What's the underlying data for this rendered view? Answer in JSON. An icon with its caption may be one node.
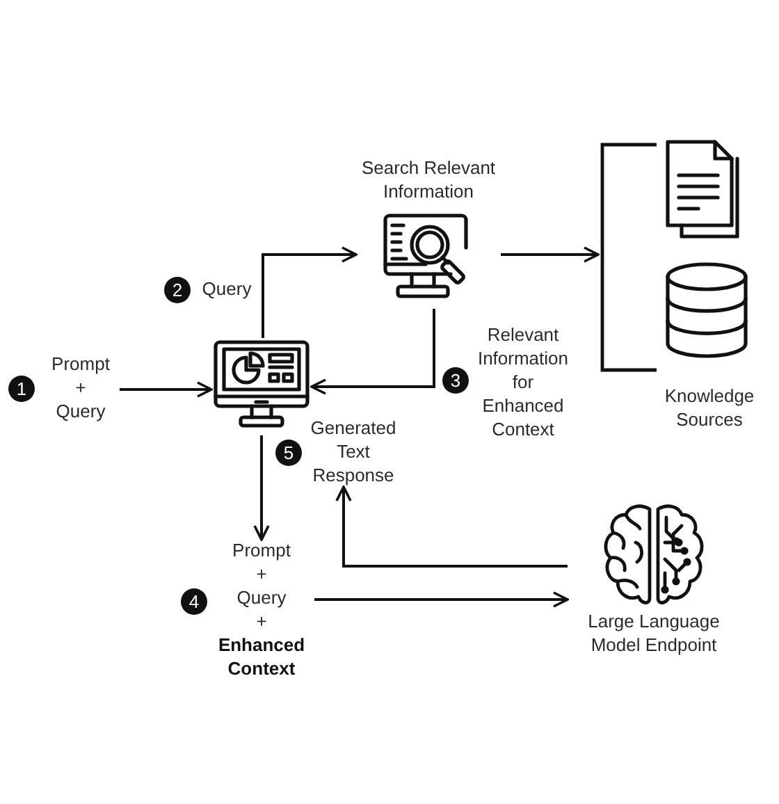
{
  "diagram": {
    "nodes": [
      {
        "text": [
          "Prompt",
          "+",
          "Query"
        ]
      },
      {
        "text": [],
        "shape": "picture"
      },
      {
        "text": [
          "Search Relevant Information"
        ]
      },
      {
        "text": [
          "Knowledge Sources"
        ]
      },
      {
        "text": [],
        "shape": "picture",
        "in": 3
      },
      {
        "text": [],
        "shape": "cylinder",
        "in": 3
      },
      {
        "text": [
          "Generated Text Response"
        ]
      },
      {
        "text": [
          "Prompt",
          "+",
          "Query",
          "+",
          "Enhanced Context"
        ]
      },
      {
        "text": [
          "Large Language Model Endpoint"
        ]
      },
      {
        "text": [
          "1"
        ]
      },
      {
        "text": [
          "2"
        ]
      },
      {
        "text": [
          "3"
        ]
      },
      {
        "text": [
          "4"
        ]
      },
      {
        "text": [
          "5"
        ]
      }
    ],
    "edges": [
      {
        "from": 0,
        "to": 1,
        "arrow": "to"
      },
      {
        "from": 1,
        "to": 2,
        "arrow": "to",
        "label": "Query"
      },
      {
        "from": 2,
        "to": 3,
        "arrow": "to"
      },
      {
        "from": 2,
        "to": 1,
        "arrow": "to",
        "label": "Relevant Information for Enhanced Context"
      },
      {
        "from": 1,
        "to": 7,
        "arrow": "to"
      },
      {
        "from": 7,
        "to": 8,
        "arrow": "to"
      },
      {
        "from": 8,
        "to": 6,
        "arrow": "to"
      }
    ]
  }
}
